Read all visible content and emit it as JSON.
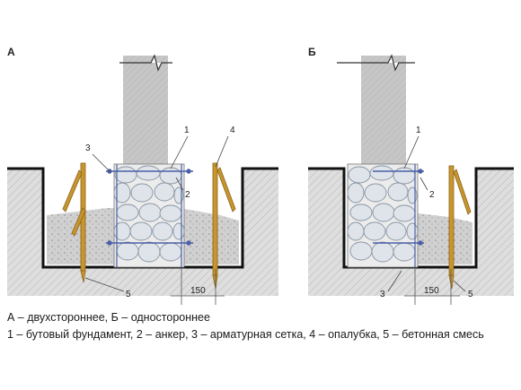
{
  "panels": [
    {
      "label": "А"
    },
    {
      "label": "Б"
    }
  ],
  "markers": {
    "rubble_foundation": "1",
    "anchor": "2",
    "rebar_mesh": "3",
    "formwork": "4",
    "concrete_mix": "5"
  },
  "dimension": "150",
  "captions": {
    "line1": "А – двухстороннее, Б – одностороннее",
    "line2": "1 – бутовый фундамент, 2 – анкер, 3 – арматурная сетка, 4 – опалубка, 5 – бетонная смесь"
  },
  "colors": {
    "ground": "#d9d9d9",
    "wall": "#c4c4c4",
    "stone": "#dfe4ea",
    "concrete": "#cfcfcf",
    "wood": "#c8962e",
    "mesh": "#4a5fa8"
  }
}
